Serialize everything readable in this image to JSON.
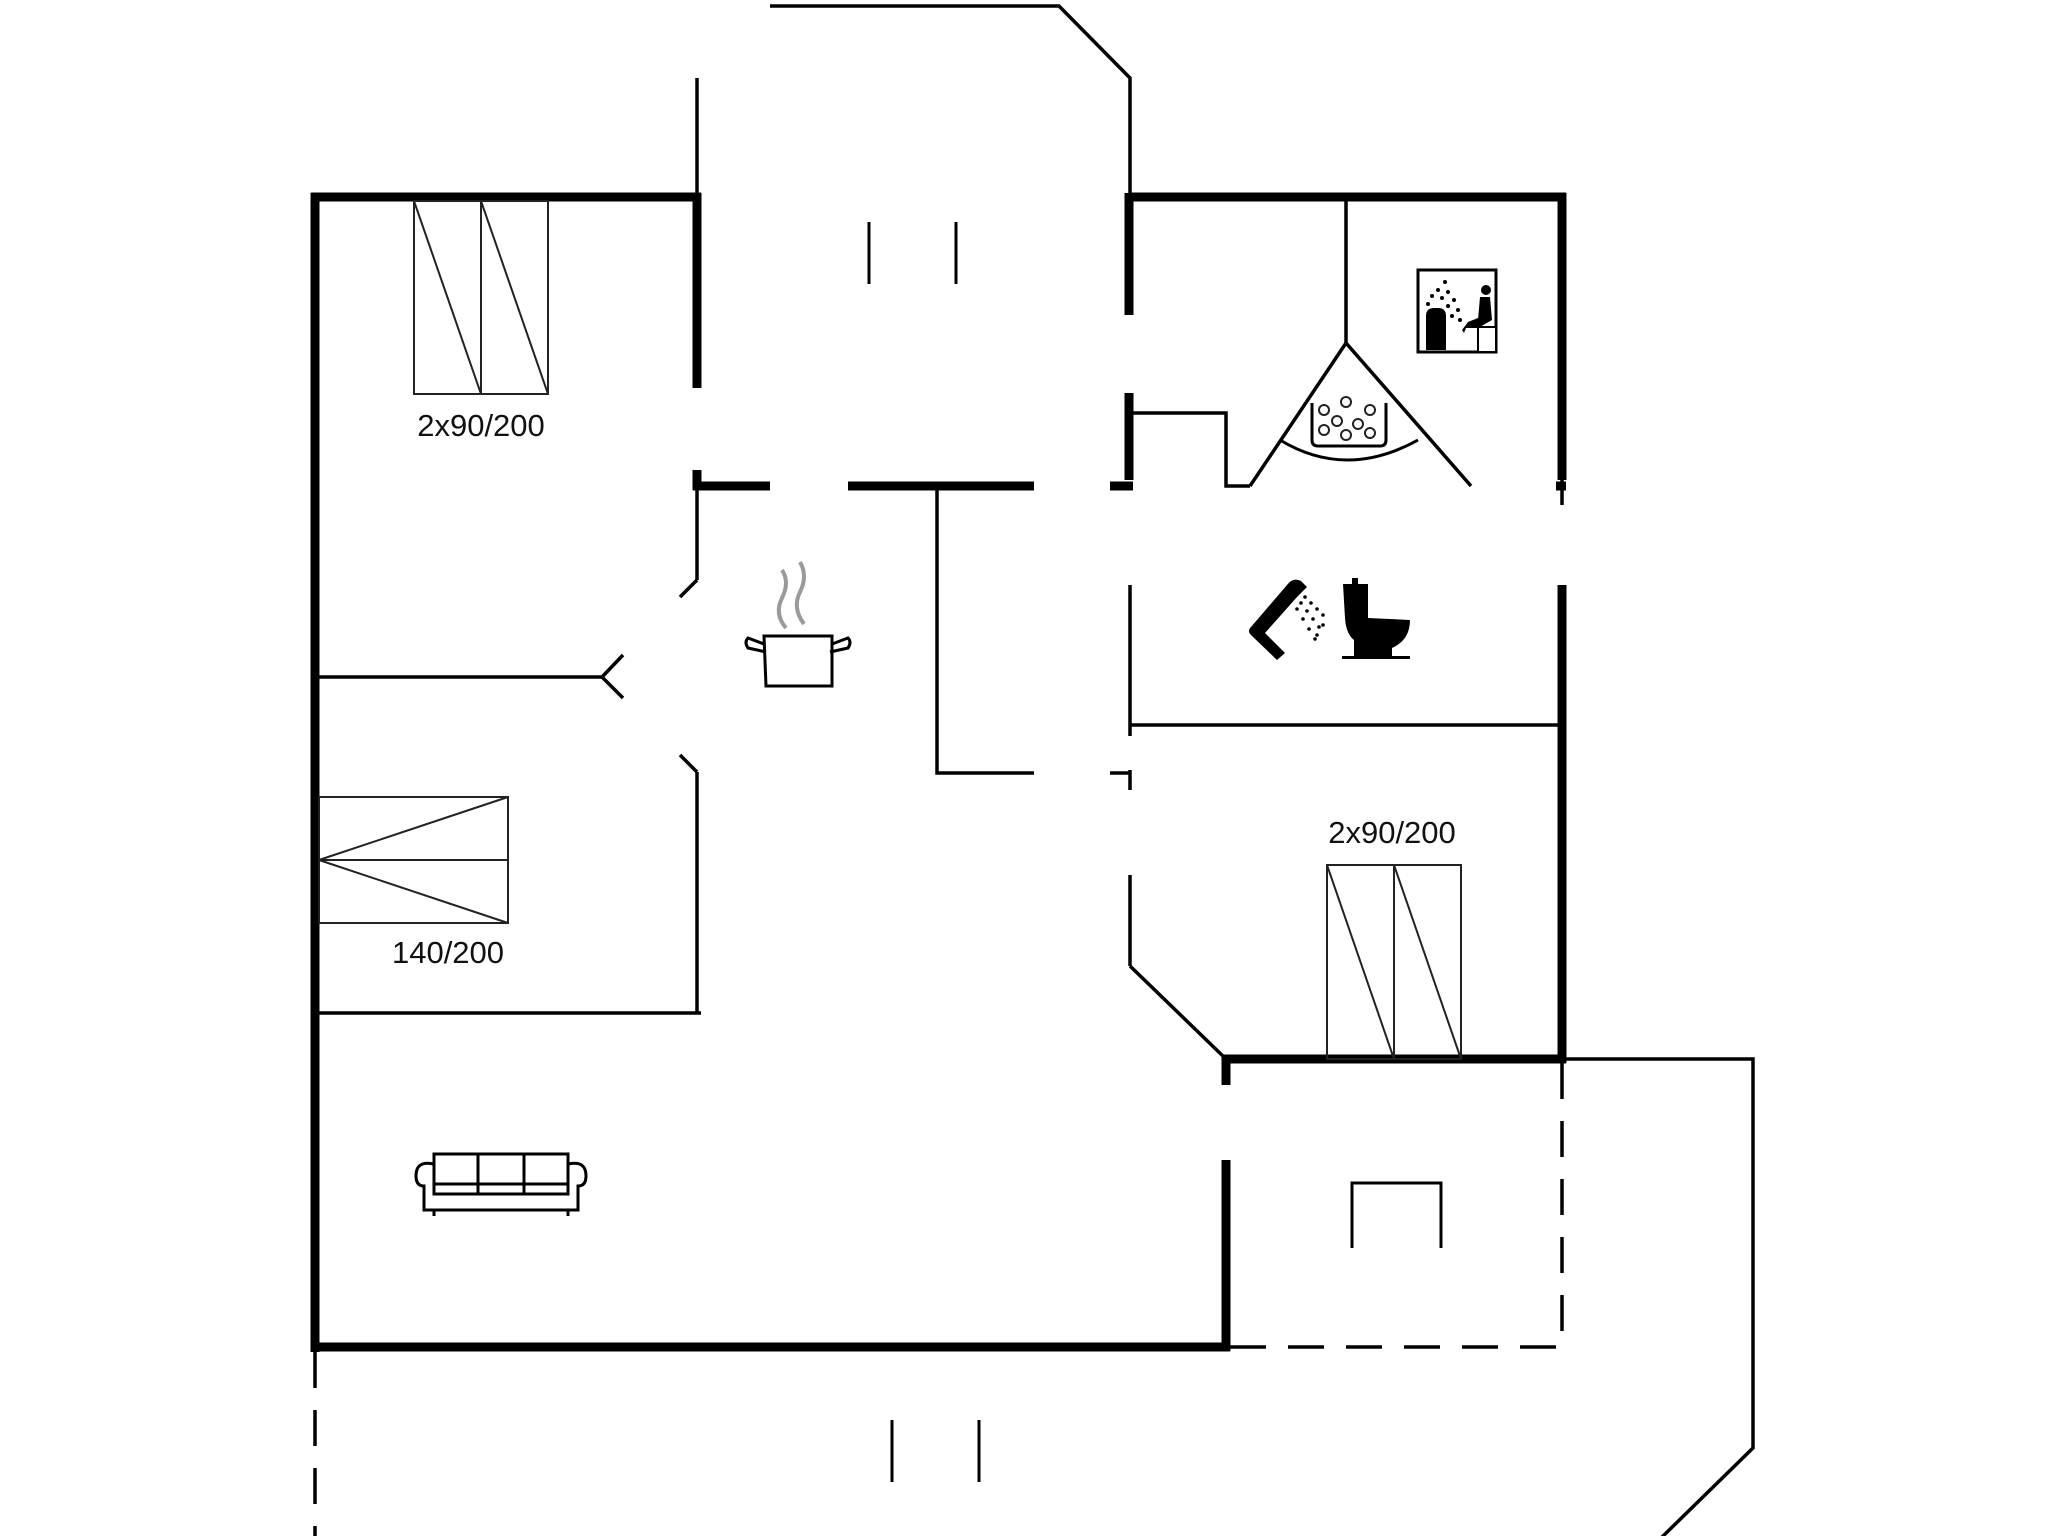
{
  "plan": {
    "title": "Floor plan",
    "colors": {
      "wall": "#000000",
      "steam": "#9a9a9a",
      "background": "#ffffff"
    }
  },
  "labels": {
    "bedroom_top_left_bed": "2x90/200",
    "bedroom_left_bed": "140/200",
    "bedroom_right_bed": "2x90/200"
  },
  "icons": {
    "sauna": "sauna-icon",
    "spa_bath": "whirlpool-icon",
    "shower": "shower-icon",
    "toilet": "toilet-icon",
    "kitchen": "cooking-pot-icon",
    "living_room": "sofa-icon"
  },
  "rooms": [
    {
      "id": "bedroom-1",
      "bed_size": "2x90/200"
    },
    {
      "id": "bedroom-2",
      "bed_size": "140/200"
    },
    {
      "id": "bedroom-3",
      "bed_size": "2x90/200"
    },
    {
      "id": "kitchen",
      "icon": "cooking-pot-icon"
    },
    {
      "id": "living-room",
      "icon": "sofa-icon"
    },
    {
      "id": "sauna-room",
      "icon": "sauna-icon"
    },
    {
      "id": "spa-room",
      "icon": "whirlpool-icon"
    },
    {
      "id": "bathroom",
      "icons": [
        "shower-icon",
        "toilet-icon"
      ]
    },
    {
      "id": "covered-terrace"
    },
    {
      "id": "entrance-porch"
    },
    {
      "id": "terrace"
    }
  ]
}
